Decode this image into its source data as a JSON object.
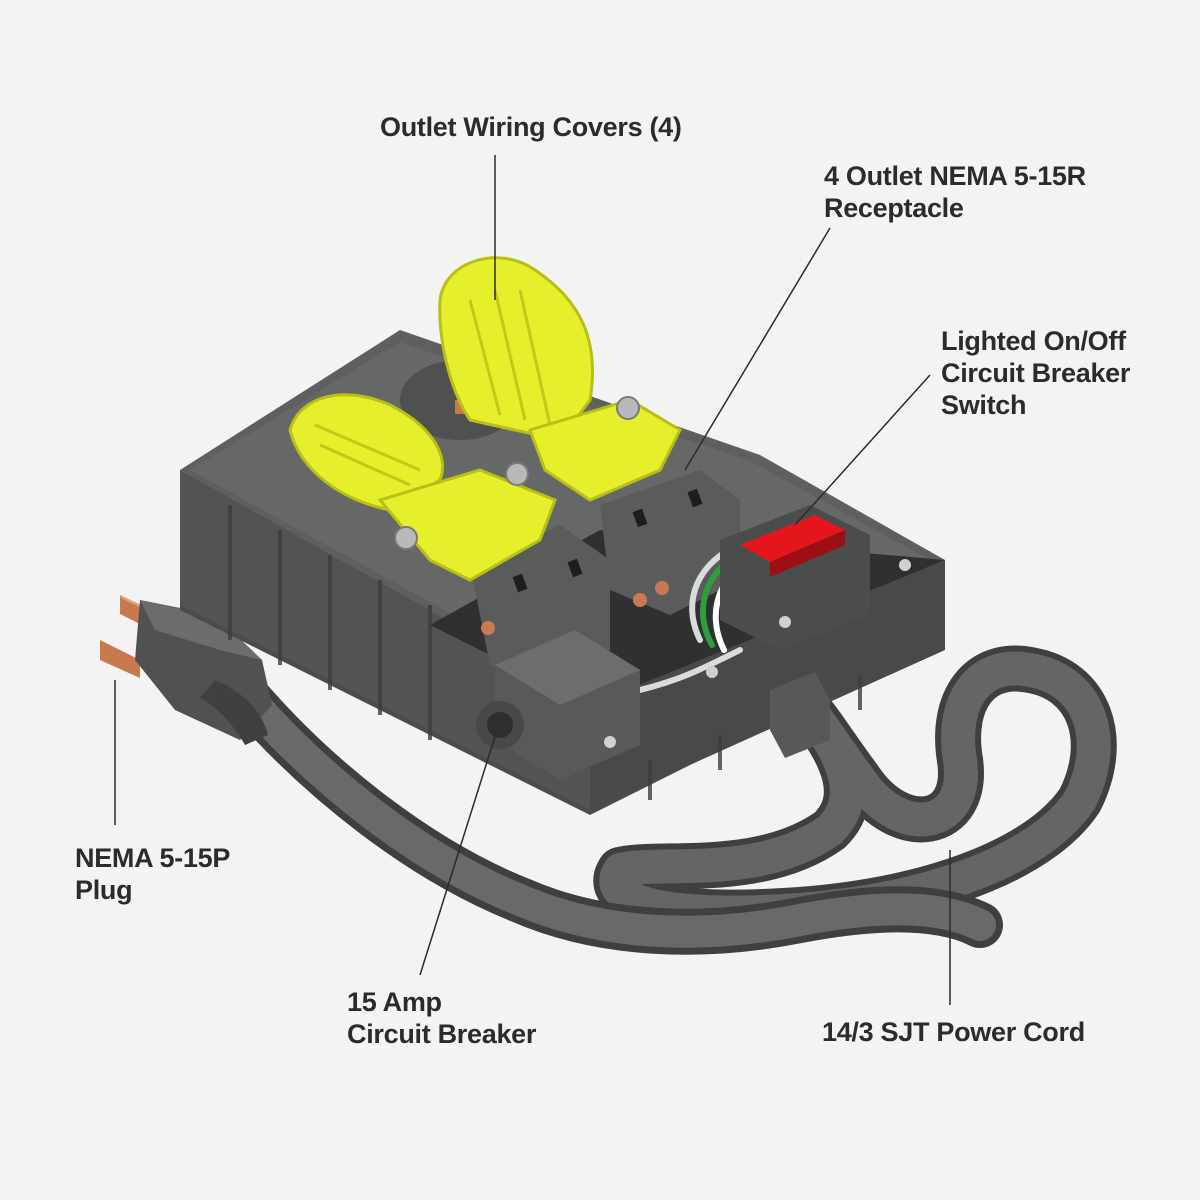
{
  "callouts": {
    "outlet_covers": {
      "lines": [
        "Outlet Wiring Covers (4)"
      ]
    },
    "receptacle": {
      "lines": [
        "4 Outlet NEMA 5-15R",
        "Receptacle"
      ]
    },
    "switch": {
      "lines": [
        "Lighted On/Off",
        "Circuit Breaker",
        "Switch"
      ]
    },
    "plug": {
      "lines": [
        "NEMA 5-15P",
        "Plug"
      ]
    },
    "breaker": {
      "lines": [
        "15 Amp",
        "Circuit Breaker"
      ]
    },
    "cord": {
      "lines": [
        "14/3 SJT Power Cord"
      ]
    }
  },
  "colors": {
    "background": "#f3f3f3",
    "housing": "#5b5d5c",
    "housing_dark": "#444645",
    "cover_yellow": "#e6ef2c",
    "switch_red": "#e3171b",
    "copper": "#c9794f",
    "text": "#2b2b2b"
  }
}
